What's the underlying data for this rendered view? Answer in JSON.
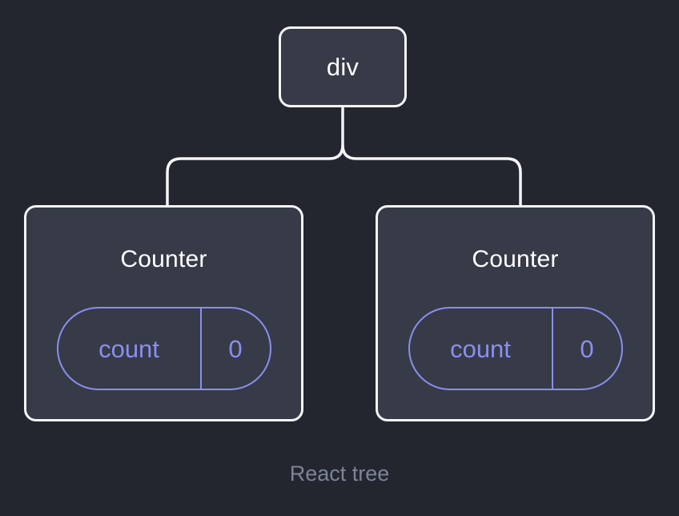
{
  "diagram": {
    "caption": "React tree",
    "colors": {
      "background": "#23262f",
      "node_fill": "#363b47",
      "node_border": "#f4f5f7",
      "connector": "#f4f5f7",
      "state_accent": "#8b8ef0",
      "title_text": "#ffffff",
      "caption_text": "#7c8496"
    },
    "root": {
      "label": "div"
    },
    "children": [
      {
        "label": "Counter",
        "state": {
          "key": "count",
          "value": "0"
        }
      },
      {
        "label": "Counter",
        "state": {
          "key": "count",
          "value": "0"
        }
      }
    ]
  }
}
